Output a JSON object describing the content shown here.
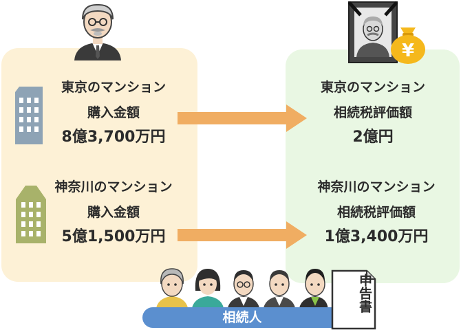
{
  "left_panel": {
    "tokyo": {
      "name": "東京のマンション",
      "label": "購入金額",
      "value": "8億3,700万円"
    },
    "kanagawa": {
      "name": "神奈川のマンション",
      "label": "購入金額",
      "value": "5億1,500万円"
    }
  },
  "right_panel": {
    "tokyo": {
      "name": "東京のマンション",
      "label": "相続税評価額",
      "value": "2億円"
    },
    "kanagawa": {
      "name": "神奈川のマンション",
      "label": "相続税評価額",
      "value": "1億3,400万円"
    }
  },
  "heirs_label": "相続人",
  "document_label": "申告書",
  "yen_symbol": "¥",
  "colors": {
    "left_panel_bg": "#fdf1d6",
    "right_panel_bg": "#e9f7e3",
    "arrow": "#f0ad62",
    "heirs_bar": "#5b8fcf",
    "money_bag": "#f5b81c",
    "tokyo_building": "#8ea3b5",
    "kanagawa_building": "#a8b26a"
  },
  "icons": [
    "grandfather-icon",
    "memorial-portrait-icon",
    "money-bag-icon",
    "building-icon",
    "heirs-group-icon",
    "document-icon",
    "arrow-icon"
  ]
}
